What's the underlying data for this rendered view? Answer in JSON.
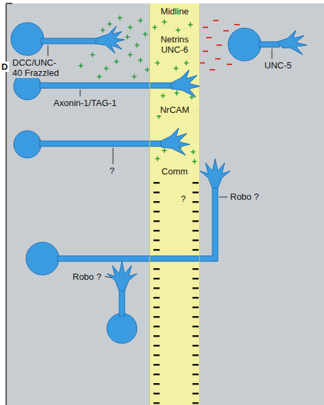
{
  "diagram": {
    "nodes": [
      {
        "text": [
          "Midline"
        ]
      }
    ],
    "labels": [
      "D",
      "DCC/UNC-40 Frazzled",
      "Netrins UNC-6",
      "UNC-5",
      "Axonin-1/TAG-1",
      "NrCAM",
      "Comm",
      "?",
      "Robo ?",
      "?",
      "Robo ?"
    ]
  }
}
